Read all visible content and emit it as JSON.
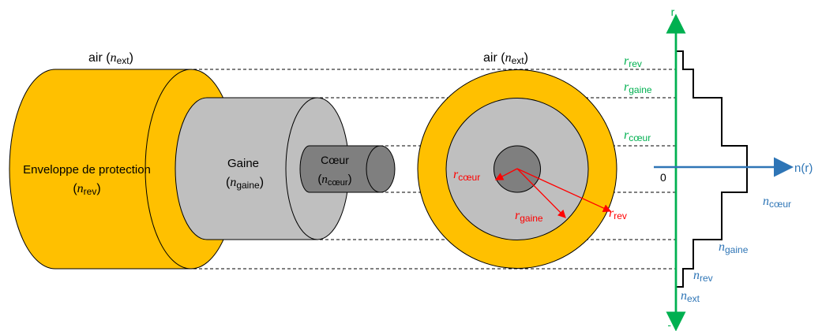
{
  "labels": {
    "air_left_prefix": "air (",
    "air_left_var": "n",
    "air_left_sub": "ext",
    "air_left_suffix": ")",
    "air_right_prefix": "air (",
    "air_right_var": "n",
    "air_right_sub": "ext",
    "air_right_suffix": ")",
    "envelope_line1": "Enveloppe de protection",
    "envelope_var": "n",
    "envelope_sub": "rev",
    "gaine_line1": "Gaine",
    "gaine_var": "n",
    "gaine_sub": "gaine",
    "coeur_line1": "Cœur",
    "coeur_var": "n",
    "coeur_sub": "cœur",
    "paren_open": "(",
    "paren_close": ")"
  },
  "radii_labels": {
    "r_var": "r",
    "coeur_sub": "cœur",
    "gaine_sub": "gaine",
    "rev_sub": "rev"
  },
  "axis": {
    "top": "r",
    "bottom": "- r",
    "zero": "0",
    "horizontal": "n(r)",
    "r_rev_var": "r",
    "r_rev_sub": "rev",
    "r_gaine_var": "r",
    "r_gaine_sub": "gaine",
    "r_coeur_var": "r",
    "r_coeur_sub": "cœur"
  },
  "profile_labels": {
    "n_coeur_var": "n",
    "n_coeur_sub": "cœur",
    "n_gaine_var": "n",
    "n_gaine_sub": "gaine",
    "n_rev_var": "n",
    "n_rev_sub": "rev",
    "n_ext_var": "n",
    "n_ext_sub": "ext"
  },
  "colors": {
    "envelope": "#FFC000",
    "cladding": "#BFBFBF",
    "core": "#7F7F7F",
    "green_axis": "#00B050",
    "blue_axis": "#2E75B6",
    "red_arrows": "#FF0000",
    "black": "#000000"
  }
}
